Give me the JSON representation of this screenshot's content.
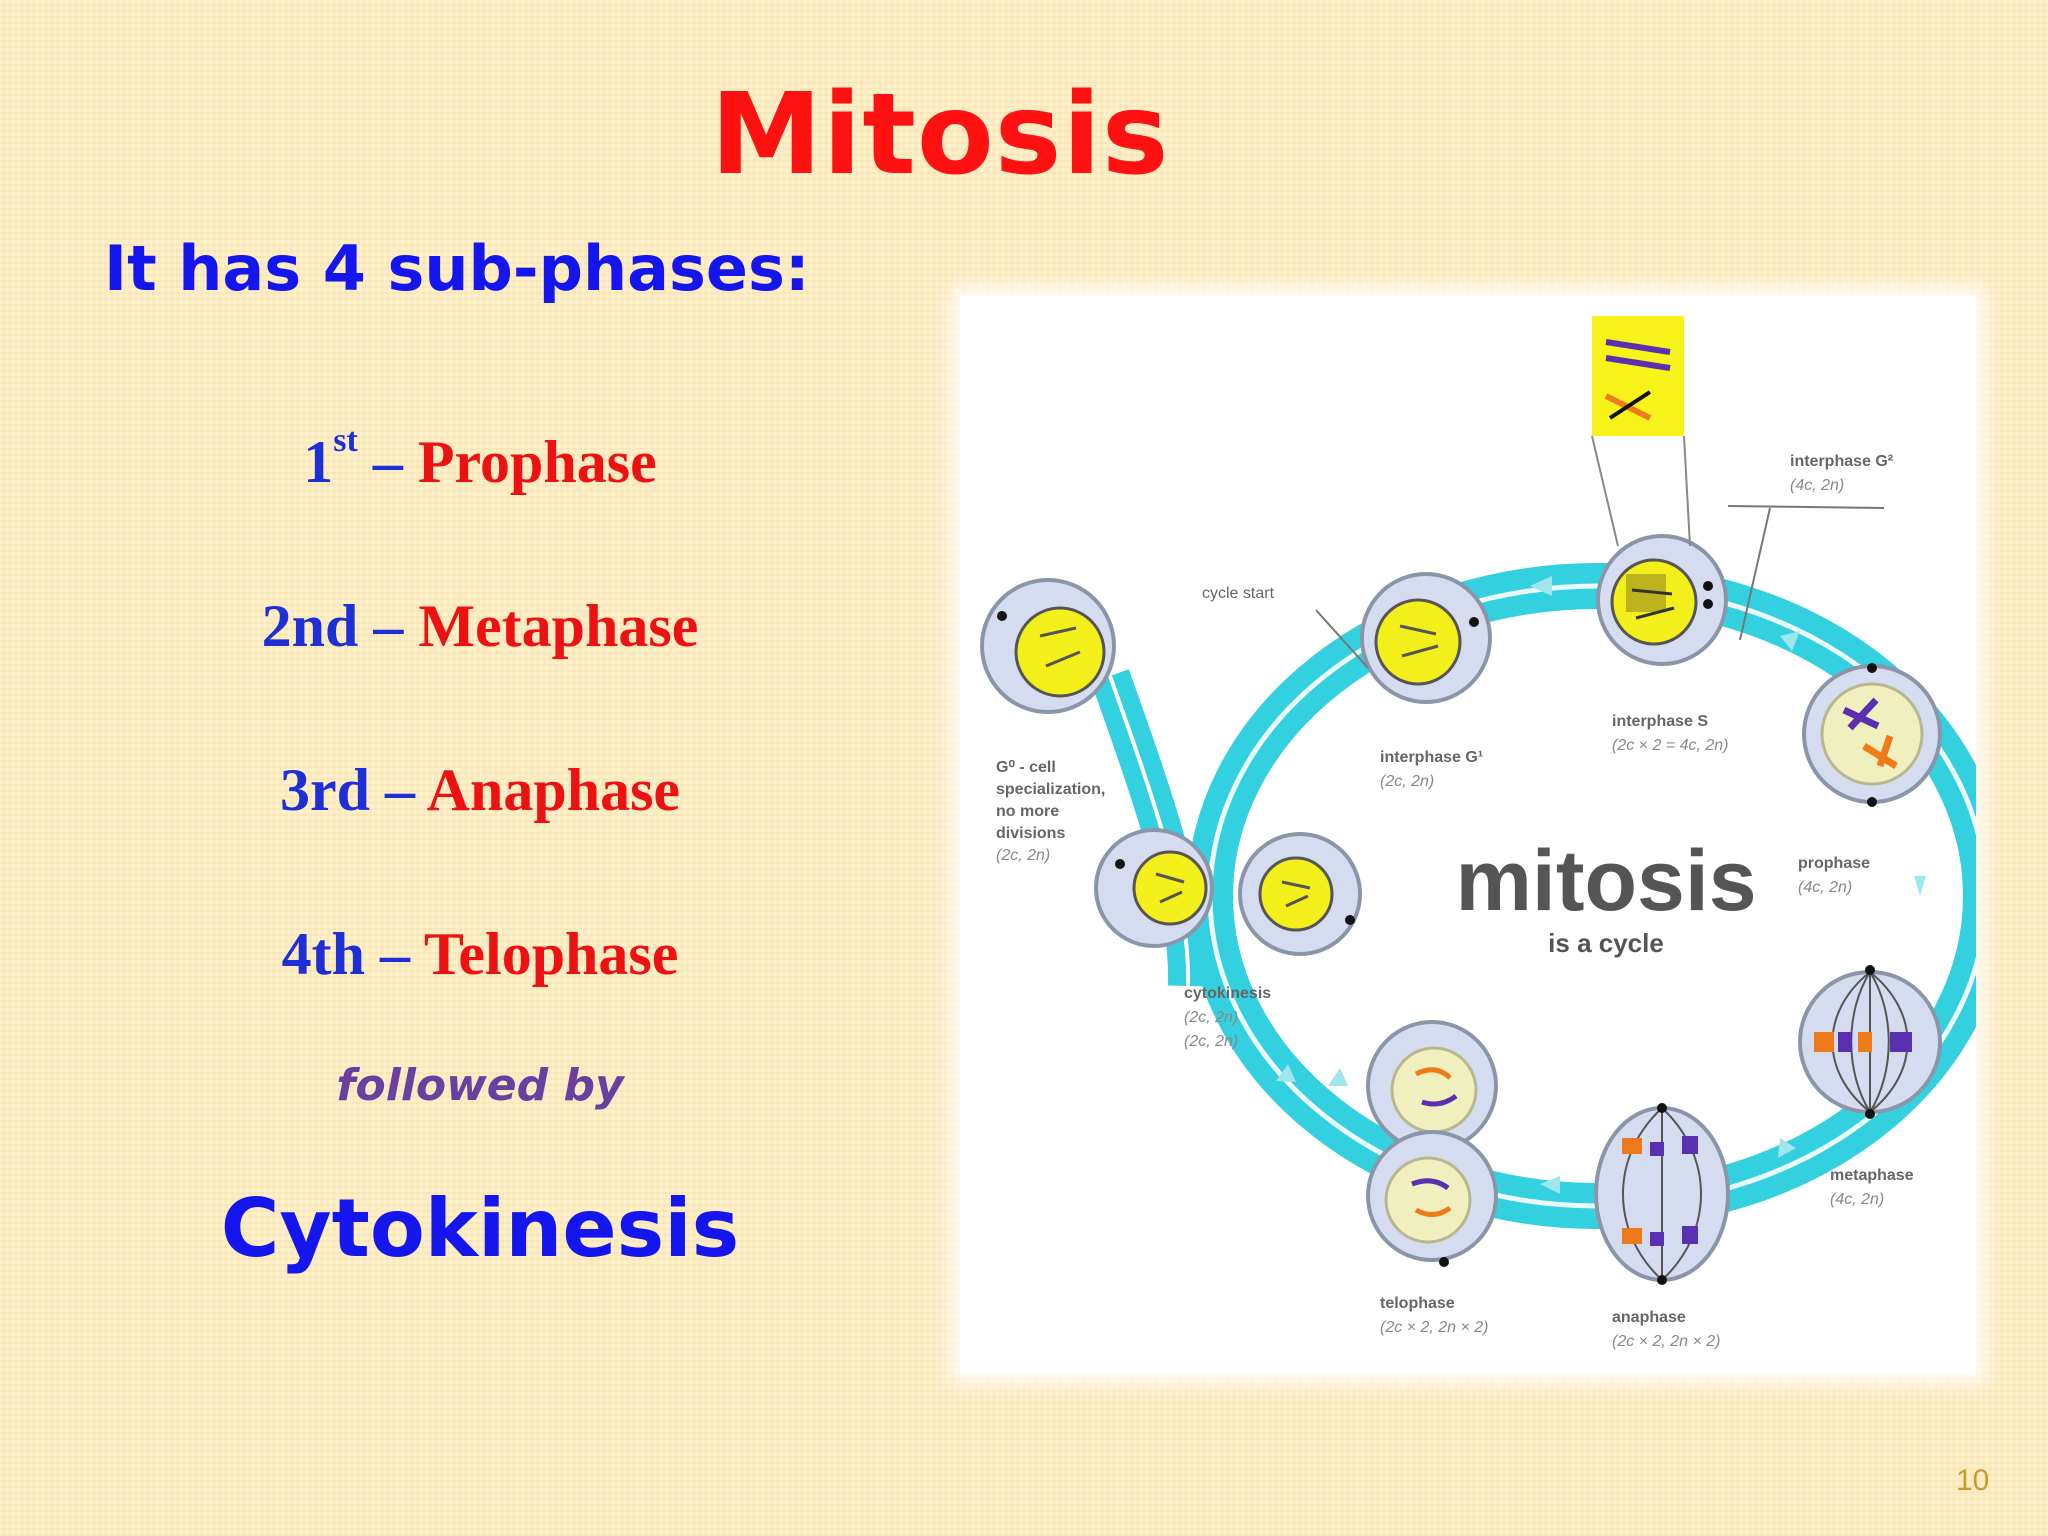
{
  "slide": {
    "title": "Mitosis",
    "subtitle": "It has 4 sub-phases:",
    "phases": [
      {
        "ordinal": "1",
        "ordinal_sup": "st",
        "dash": " – ",
        "name": "Prophase"
      },
      {
        "ordinal": "2nd",
        "ordinal_sup": "",
        "dash": " – ",
        "name": "Metaphase"
      },
      {
        "ordinal": "3rd",
        "ordinal_sup": "",
        "dash": " – ",
        "name": "Anaphase"
      },
      {
        "ordinal": "4th",
        "ordinal_sup": "",
        "dash": " – ",
        "name": "Telophase"
      }
    ],
    "followed_by": "followed by",
    "final_phase": "Cytokinesis",
    "page_number": "10"
  },
  "diagram": {
    "center_title": "mitosis",
    "center_subtitle": "is a cycle",
    "labels": {
      "cycle_start": "cycle start",
      "g0_line1": "G⁰ - cell",
      "g0_line2": "specialization,",
      "g0_line3": "no more",
      "g0_line4": "divisions",
      "g0_line5": "(2c, 2n)",
      "interphase_g1": "interphase G¹",
      "interphase_g1_sub": "(2c, 2n)",
      "interphase_s": "interphase S",
      "interphase_s_sub": "(2c × 2 = 4c, 2n)",
      "interphase_g2": "interphase G²",
      "interphase_g2_sub": "(4c, 2n)",
      "prophase": "prophase",
      "prophase_sub": "(4c, 2n)",
      "metaphase": "metaphase",
      "metaphase_sub": "(4c, 2n)",
      "anaphase": "anaphase",
      "anaphase_sub": "(2c × 2, 2n × 2)",
      "telophase": "telophase",
      "telophase_sub": "(2c × 2, 2n × 2)",
      "cytokinesis": "cytokinesis",
      "cytokinesis_sub1": "(2c, 2n)",
      "cytokinesis_sub2": "(2c, 2n)"
    },
    "colors": {
      "ring": "#33d0e0",
      "cell_fill": "#d6dcf0",
      "nucleus": "#f3ef1a",
      "chromosome_purple": "#5a2fb0",
      "chromosome_orange": "#ef7a1a"
    }
  }
}
